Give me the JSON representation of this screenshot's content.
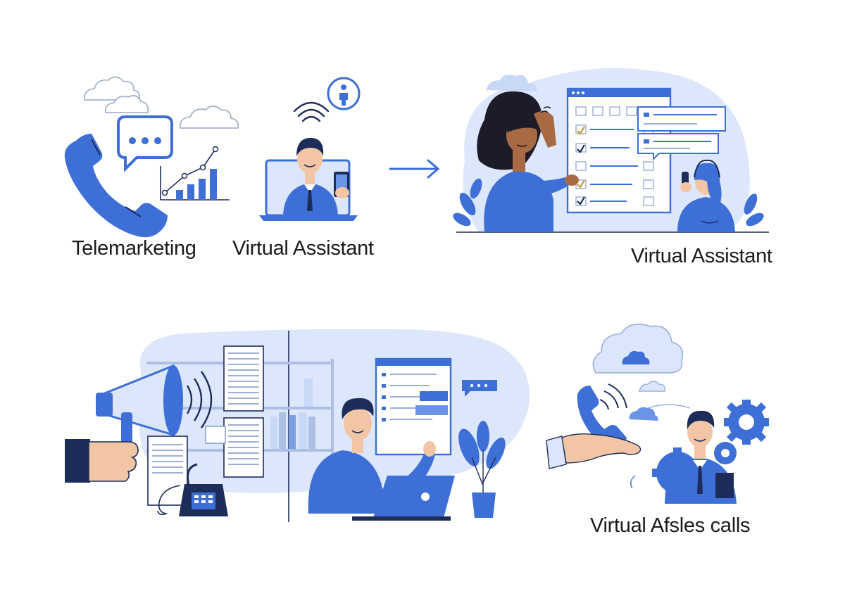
{
  "captions": {
    "telemarketing": "Telemarketing",
    "virtual_assistant_left": "Virtual Assistant",
    "virtual_assistant_right": "Virtual Assistant",
    "virtual_calls": "Virtual Afsles calls"
  },
  "icons": {
    "panel_1": [
      "cloud-icon",
      "phone-handset-icon",
      "speech-bubble-icon",
      "growth-chart-icon"
    ],
    "panel_2": [
      "signal-waves-icon",
      "person-badge-icon",
      "laptop-icon",
      "smartphone-icon"
    ],
    "transition": [
      "arrow-right-icon"
    ],
    "panel_3": [
      "browser-window-icon",
      "checklist-icon",
      "chat-bubble-icon",
      "headset-agent-icon",
      "plant-icon"
    ],
    "panel_4": [
      "megaphone-icon",
      "bookshelf-icon",
      "document-icon",
      "desk-phone-icon",
      "laptop-icon",
      "chat-bubble-icon",
      "plant-icon"
    ],
    "panel_5": [
      "cloud-icon",
      "phone-handset-icon",
      "hand-icon",
      "gear-icon"
    ]
  },
  "colors": {
    "primary_blue": "#3d6fd6",
    "dark_navy": "#1e2c5a",
    "light_blue": "#dbe6fb",
    "skin": "#f2c6a5",
    "text": "#1b1b1f"
  }
}
